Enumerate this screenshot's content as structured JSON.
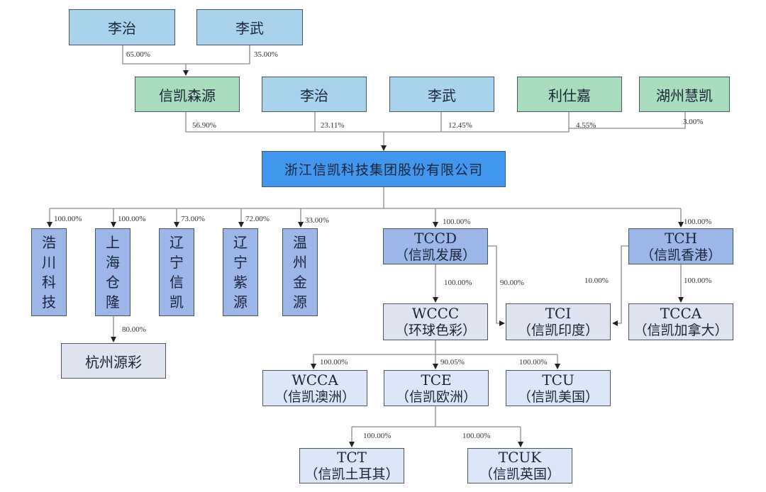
{
  "nodes": {
    "li_zhi_top": "李治",
    "li_wu_top": "李武",
    "xinkai_senyuan": "信凯森源",
    "li_zhi": "李治",
    "li_wu": "李武",
    "li_shijia": "利仕嘉",
    "huzhou_huikai": "湖州慧凯",
    "parent": "浙江信凯科技集团股份有限公司",
    "haochuan": [
      "浩",
      "川",
      "科",
      "技"
    ],
    "shanghai_canglong": [
      "上",
      "海",
      "仓",
      "隆"
    ],
    "liaoning_xinkai": [
      "辽",
      "宁",
      "信",
      "凯"
    ],
    "liaoning_ziyuan": [
      "辽",
      "宁",
      "紫",
      "源"
    ],
    "wenzhou_jinyuan": [
      "温",
      "州",
      "金",
      "源"
    ],
    "hangzhou_yuancai": "杭州源彩",
    "tccd": {
      "code": "TCCD",
      "name": "（信凯发展）"
    },
    "tch": {
      "code": "TCH",
      "name": "（信凯香港）"
    },
    "wccc": {
      "code": "WCCC",
      "name": "（环球色彩）"
    },
    "tci": {
      "code": "TCI",
      "name": "（信凯印度）"
    },
    "tcca": {
      "code": "TCCA",
      "name": "（信凯加拿大）"
    },
    "wcca": {
      "code": "WCCA",
      "name": "（信凯澳洲）"
    },
    "tce": {
      "code": "TCE",
      "name": "（信凯欧洲）"
    },
    "tcu": {
      "code": "TCU",
      "name": "（信凯美国）"
    },
    "tct": {
      "code": "TCT",
      "name": "（信凯土耳其）"
    },
    "tcuk": {
      "code": "TCUK",
      "name": "（信凯英国）"
    }
  },
  "edges": {
    "lizhi_to_senyuan": "65.00%",
    "liwu_to_senyuan": "35.00%",
    "senyuan_to_parent": "56.90%",
    "lizhi_to_parent": "23.11%",
    "liwu_to_parent": "12.45%",
    "lishijia_to_parent": "4.55%",
    "huzhou_to_parent": "3.00%",
    "parent_to_haochuan": "100.00%",
    "parent_to_shanghai": "100.00%",
    "parent_to_liaoning_xinkai": "73.00%",
    "parent_to_liaoning_ziyuan": "72.00%",
    "parent_to_wenzhou": "33.00%",
    "shanghai_to_hangzhou": "80.00%",
    "parent_to_tccd": "100.00%",
    "parent_to_tch": "100.00%",
    "tccd_to_wccc": "100.00%",
    "tccd_to_tci": "90.00%",
    "tch_to_tci": "10.00%",
    "tch_to_tcca": "100.00%",
    "wccc_to_wcca": "100.00%",
    "wccc_to_tce": "90.05%",
    "wccc_to_tcu": "100.00%",
    "tce_to_tct": "100.00%",
    "tce_to_tcuk": "100.00%"
  }
}
